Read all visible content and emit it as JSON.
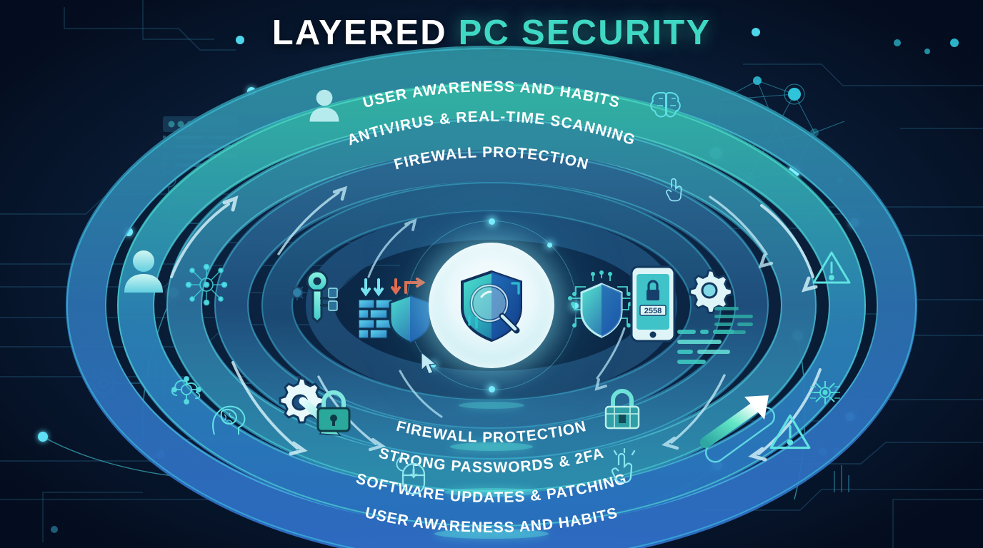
{
  "title": {
    "part1": "LAYERED",
    "part2": "PC SECURITY"
  },
  "colors": {
    "background": "#081226",
    "accent_cyan": "#3fd8c4",
    "title_white": "#ffffff",
    "ring_outer_blue": "#2f6fc0",
    "ring_blue": "#2a7fd4",
    "ring_teal": "#2fa9a3",
    "ring_green_teal": "#35b5a4",
    "ring_navy": "#16355e",
    "core_light": "#e8f8fb",
    "glow_cyan": "#7ef0ff",
    "alert_red": "#e8643c"
  },
  "layers": [
    {
      "id": "layer-1",
      "label": "USER AWARENESS AND HABITS",
      "position": "outer-ring-top",
      "color": "#2e8c9e"
    },
    {
      "id": "layer-2",
      "label": "ANTIVIRUS & REAL-TIME SCANNING",
      "position": "ring-2-top",
      "color": "#35b5a4"
    },
    {
      "id": "layer-3",
      "label": "FIREWALL PROTECTION",
      "position": "ring-3-top",
      "color": "#2b6f9a"
    },
    {
      "id": "layer-4",
      "label": "FIREWALL PROTECTION",
      "position": "ring-3-bottom",
      "color": "#2b6f9a"
    },
    {
      "id": "layer-5",
      "label": "STRONG PASSWORDS & 2FA",
      "position": "ring-4-bottom",
      "color": "#2e96a8"
    },
    {
      "id": "layer-6",
      "label": "SOFTWARE UPDATES & PATCHING",
      "position": "ring-5-bottom",
      "color": "#2a78c4"
    },
    {
      "id": "layer-7",
      "label": "USER AWARENESS AND HABITS",
      "position": "outer-ring-bottom",
      "color": "#2f6fc0"
    }
  ],
  "center": {
    "icon": "shield-magnifier-icon",
    "description": "Shield with magnifying glass — core security scanning"
  },
  "icons": [
    {
      "name": "user-avatar-icon",
      "label": "User"
    },
    {
      "name": "brain-icon",
      "label": "Awareness"
    },
    {
      "name": "cursor-click-icon",
      "label": "Click"
    },
    {
      "name": "key-icon",
      "label": "Password key"
    },
    {
      "name": "gear-icon",
      "label": "Settings"
    },
    {
      "name": "gear-wrench-icon",
      "label": "Patching"
    },
    {
      "name": "firewall-brick-shield-icon",
      "label": "Firewall"
    },
    {
      "name": "shield-circuit-icon",
      "label": "Antivirus shield"
    },
    {
      "name": "phone-2fa-icon",
      "label": "Two-factor phone"
    },
    {
      "name": "padlock-icon",
      "label": "Lock"
    },
    {
      "name": "padlock-digital-icon",
      "label": "Digital lock"
    },
    {
      "name": "warning-triangle-icon",
      "label": "Alert"
    },
    {
      "name": "mouse-icon",
      "label": "Mouse"
    },
    {
      "name": "progress-arrow-icon",
      "label": "Update progress"
    },
    {
      "name": "network-mesh-icon",
      "label": "Network nodes"
    },
    {
      "name": "terminal-window-icon",
      "label": "Code window"
    }
  ],
  "phone_code": "2558"
}
